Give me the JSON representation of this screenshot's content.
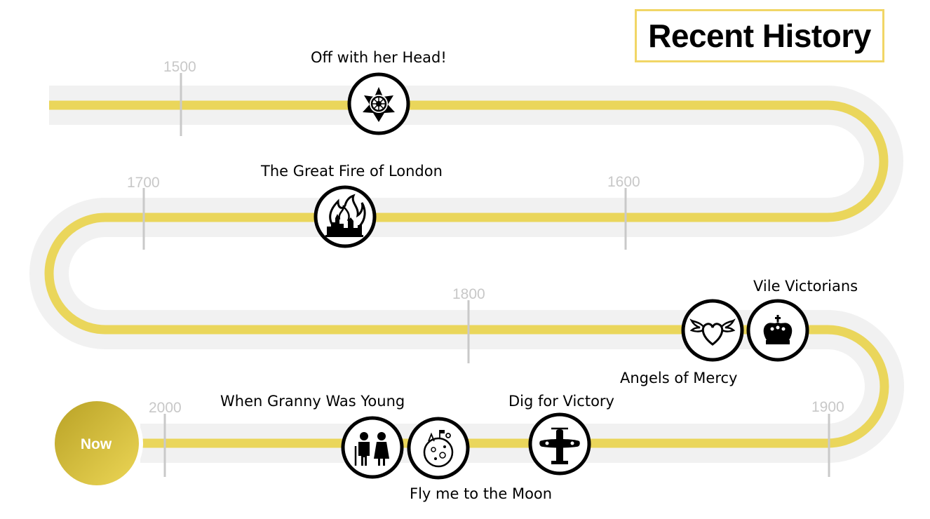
{
  "title": "Recent History",
  "now_label": "Now",
  "colors": {
    "track": "#f1f1f1",
    "line": "#ead65b",
    "tick": "#c9c9c9",
    "icon": "#000000"
  },
  "years": [
    "1500",
    "1600",
    "1700",
    "1800",
    "1900",
    "2000"
  ],
  "events": [
    {
      "label": "Off with her Head!",
      "icon": "tudor-rose-icon"
    },
    {
      "label": "The Great Fire of London",
      "icon": "burning-city-icon"
    },
    {
      "label": "Vile Victorians",
      "icon": "crown-icon"
    },
    {
      "label": "Angels of Mercy",
      "icon": "winged-heart-icon"
    },
    {
      "label": "Dig for Victory",
      "icon": "spitfire-plane-icon"
    },
    {
      "label": "When Granny Was Young",
      "icon": "elderly-couple-icon"
    },
    {
      "label": "Fly me to the Moon",
      "icon": "moon-landing-icon"
    }
  ]
}
